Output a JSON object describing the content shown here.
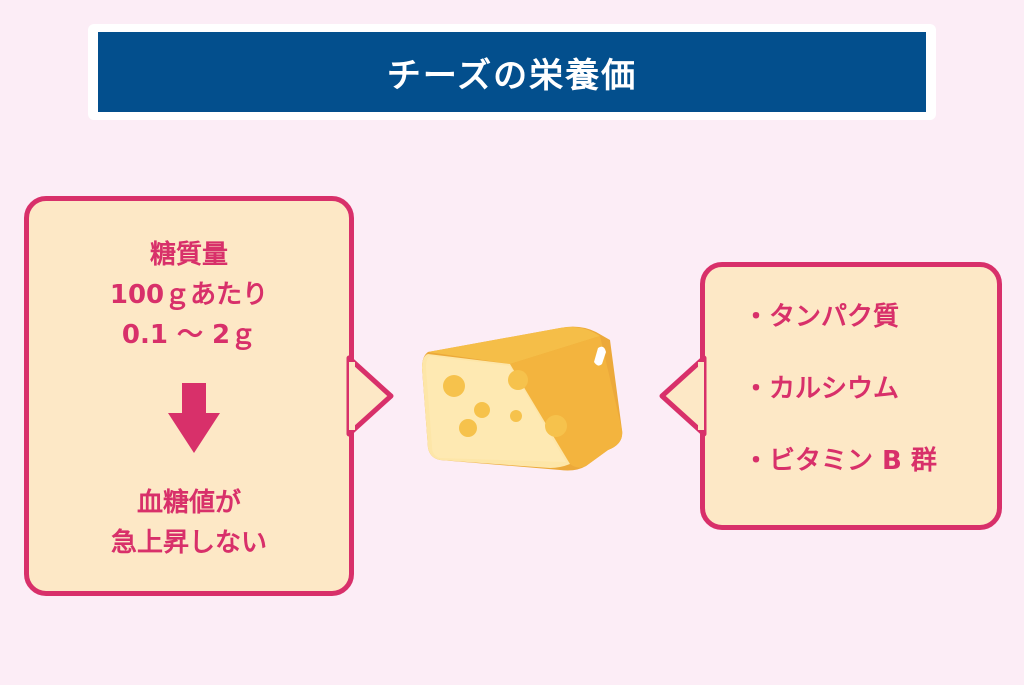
{
  "title": "チーズの栄養価",
  "left_box": {
    "heading_lines": [
      "糖質量",
      "100ｇあたり",
      "0.1 ～ 2ｇ"
    ],
    "result_lines": [
      "血糖値が",
      "急上昇しない"
    ]
  },
  "right_box": {
    "items": [
      "・タンパク質",
      "・カルシウム",
      "・ビタミン B 群"
    ]
  },
  "colors": {
    "background": "#fcedf6",
    "title_bar": "#034f8d",
    "accent": "#d8306a",
    "box_fill": "#fde8c6",
    "cheese": "#f5be48"
  }
}
